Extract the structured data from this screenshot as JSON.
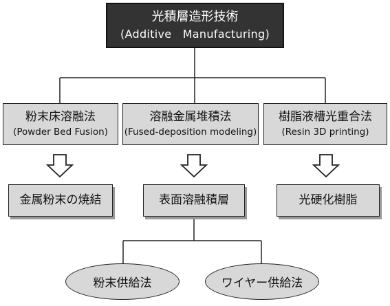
{
  "root": {
    "title": "光積層造形技術",
    "subtitle": "(Additive　Manufacturing)"
  },
  "categories": [
    {
      "name": "粉末床溶融法",
      "english": "(Powder Bed Fusion)"
    },
    {
      "name": "溶融金属堆積法",
      "english": "(Fused-deposition modeling)"
    },
    {
      "name": "樹脂液槽光重合法",
      "english": "(Resin 3D printing)"
    }
  ],
  "processes": [
    {
      "label": "金属粉末の焼結"
    },
    {
      "label": "表面溶融積層"
    },
    {
      "label": "光硬化樹脂"
    }
  ],
  "feed_methods": [
    {
      "label": "粉末供給法"
    },
    {
      "label": "ワイヤー供給法"
    }
  ],
  "colors": {
    "root_fill": "#333333",
    "box_fill": "#d8d8d8",
    "line": "#222222"
  },
  "icons": {
    "flow_arrow": "down-arrow-icon"
  }
}
